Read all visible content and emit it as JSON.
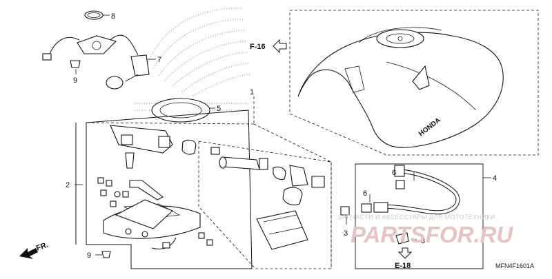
{
  "callouts": [
    {
      "id": "c8",
      "label": "8"
    },
    {
      "id": "c7",
      "label": "7"
    },
    {
      "id": "c9a",
      "label": "9"
    },
    {
      "id": "c5",
      "label": "5"
    },
    {
      "id": "c1",
      "label": "1"
    },
    {
      "id": "c2",
      "label": "2"
    },
    {
      "id": "c9b",
      "label": "9"
    },
    {
      "id": "c4",
      "label": "4"
    },
    {
      "id": "c6a",
      "label": "6"
    },
    {
      "id": "c6b",
      "label": "6"
    },
    {
      "id": "c3a",
      "label": "3"
    },
    {
      "id": "c3b",
      "label": "3"
    }
  ],
  "refs": {
    "f16": "F-16",
    "e18": "E-18",
    "front": "FR."
  },
  "drawing_code": "MFN4F1601A",
  "watermark": {
    "top_text": "ЗАПЧАСТИ И АКСЕССУАРЫ ДЛЯ МОТОТЕХНИКИ",
    "logo_text": "PARTSFOR.RU"
  },
  "tank_brand": "HONDA",
  "colors": {
    "line": "#111111",
    "watermark_text": "#c9c9c9",
    "watermark_logo": "#e6c3c3",
    "background": "#ffffff"
  }
}
